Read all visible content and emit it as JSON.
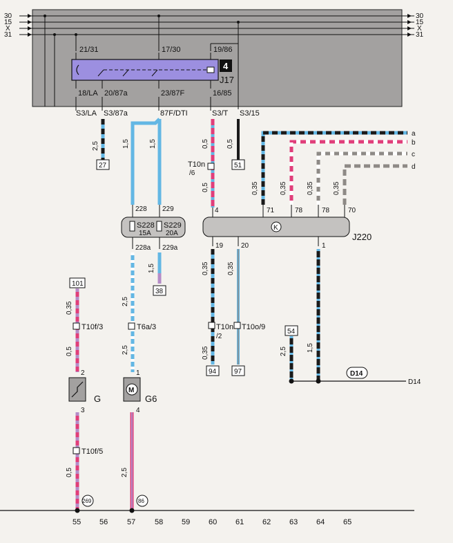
{
  "rails": {
    "left": [
      "30",
      "15",
      "X",
      "31"
    ],
    "right": [
      "30",
      "15",
      "X",
      "31"
    ]
  },
  "relay": {
    "pins_top": [
      "21/31",
      "17/30",
      "19/86"
    ],
    "pins_bottom": [
      "18/LA",
      "20/87a",
      "23/87F",
      "16/85"
    ],
    "number": "4",
    "name": "J17",
    "outputs": [
      "S3/LA",
      "S3/87a",
      "87F/DTI",
      "S3/T",
      "S3/15"
    ]
  },
  "wires": {
    "w27": "2,5",
    "w15a": "1,5",
    "w15b": "1,5",
    "w05a": "0,5",
    "w05b": "0,5",
    "w05c": "0,5",
    "w035a": "0,35",
    "w035b": "0,35",
    "w035c": "0,35",
    "w035d": "0,35",
    "w035e": "0,35",
    "w035f": "0,35",
    "w035g": "0,35",
    "w15c": "1,5",
    "w035h": "0,35",
    "w05d": "0,5",
    "w05e": "0,5",
    "w25a": "2,5",
    "w25b": "2,5",
    "w25c": "2,5",
    "w25d": "2,5",
    "w15d": "1,5"
  },
  "refs": {
    "r27": "27",
    "r51": "51",
    "r38": "38",
    "r101": "101",
    "r94": "94",
    "r97": "97",
    "r54": "54",
    "r269": "269",
    "r86": "86",
    "d14": "D14"
  },
  "connectors": {
    "t10n6_a": "T10n",
    "t10n6_b": "/6",
    "t10f3": "T10f/3",
    "t6a3": "T6a/3",
    "t10n2_a": "T10n",
    "t10n2_b": "/2",
    "t10o9": "T10o/9",
    "t10f5": "T10f/5"
  },
  "fuses": {
    "s228": "S228",
    "s228_amp": "15A",
    "s229": "S229",
    "s229_amp": "20A",
    "pin228": "228",
    "pin229": "229",
    "pin228a": "228a",
    "pin229a": "229a"
  },
  "module": {
    "name": "J220",
    "pins_top": [
      "4",
      "71",
      "78",
      "78",
      "70"
    ],
    "pins_bottom": [
      "19",
      "20",
      "1"
    ]
  },
  "legend": [
    "a",
    "b",
    "c",
    "d"
  ],
  "components": {
    "g": "G",
    "g6": "G6",
    "g_pin2": "2",
    "g_pin3": "3",
    "g6_pin1": "1",
    "g6_pin4": "4",
    "motor": "M",
    "module_symbol": "K"
  },
  "bottom_numbers": [
    "55",
    "56",
    "57",
    "58",
    "59",
    "60",
    "61",
    "62",
    "63",
    "64",
    "65"
  ],
  "colors": {
    "blue": "#63b7e4",
    "pink": "#e03e7a",
    "black": "#1a1a1a",
    "grey": "#8e8a86",
    "relay_fill": "#a3a1a0",
    "relay_inner": "#9c8fe0",
    "module_fill": "#c4c2c0",
    "mauve": "#b58cc7"
  }
}
